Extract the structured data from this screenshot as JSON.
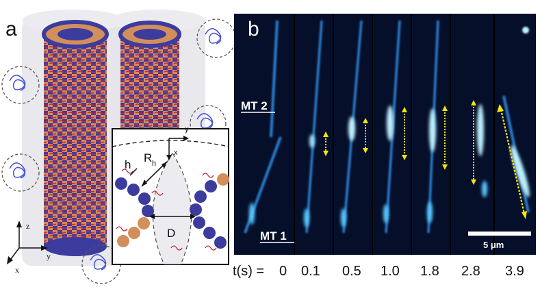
{
  "panel_a": {
    "letter": "a",
    "axes": {
      "z": "z",
      "y": "y",
      "x": "x"
    },
    "inset": {
      "R": "R",
      "R_sub": "h",
      "h": "h",
      "D": "D",
      "x": "x",
      "y": "y"
    }
  },
  "panel_b": {
    "letter": "b",
    "mt_labels": [
      "MT 2",
      "MT 1"
    ],
    "time_prefix": "t(s) = ",
    "times": [
      "0",
      "0.1",
      "0.5",
      "1.0",
      "1.8",
      "2.8",
      "3.9"
    ],
    "scale_bar": "5  μm"
  },
  "colors": {
    "tubulin_blue": "#3c3c9e",
    "tubulin_orange": "#d38f5b",
    "polymer_red": "#c0283c",
    "fluor_cyan": "#58c8ff",
    "arrow_yellow": "#f2e600",
    "frame_bg": "#050f2a"
  }
}
